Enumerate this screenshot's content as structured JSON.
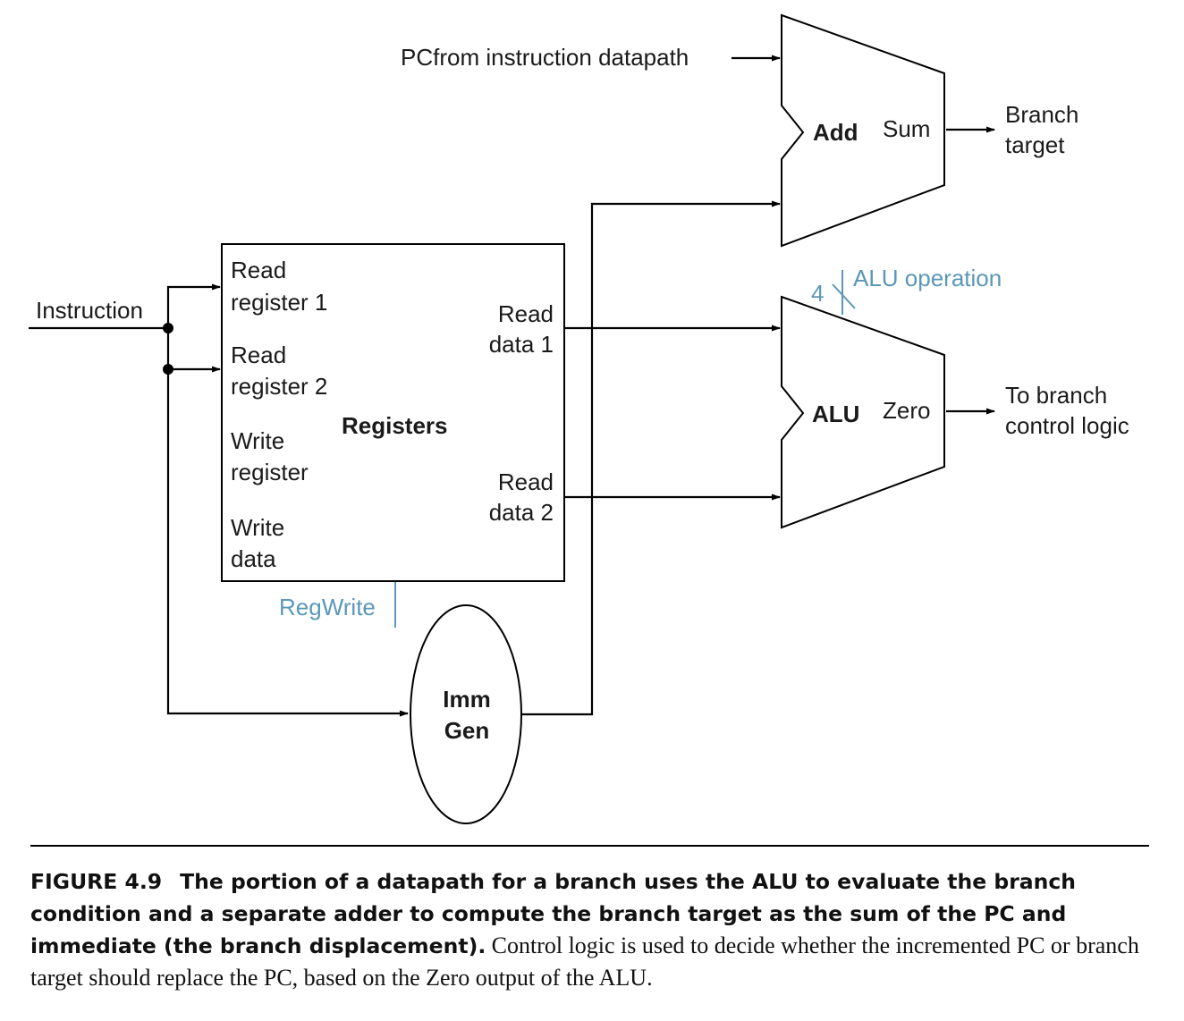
{
  "diagram": {
    "inputs": {
      "pc": "PCfrom instruction datapath",
      "instruction": "Instruction"
    },
    "adder": {
      "name": "Add",
      "output": "Sum"
    },
    "alu": {
      "name": "ALU",
      "output": "Zero"
    },
    "registers": {
      "name": "Registers",
      "ports": {
        "read_reg1": [
          "Read",
          "register 1"
        ],
        "read_reg2": [
          "Read",
          "register 2"
        ],
        "write_reg": [
          "Write",
          "register"
        ],
        "write_data": [
          "Write",
          "data"
        ],
        "read_data1": [
          "Read",
          "data 1"
        ],
        "read_data2": [
          "Read",
          "data 2"
        ]
      }
    },
    "imm_gen": [
      "Imm",
      "Gen"
    ],
    "outputs": {
      "branch_target": [
        "Branch",
        "target"
      ],
      "branch_control": [
        "To branch",
        "control logic"
      ]
    },
    "control": {
      "alu_operation": "ALU operation",
      "alu_operation_width": "4",
      "reg_write": "RegWrite"
    }
  },
  "caption": {
    "figure_number": "FIGURE 4.9",
    "bold_text": "The portion of a datapath for a branch uses the ALU to evaluate the branch condition and a separate adder to compute the branch target as the sum of the PC and immediate (the branch displacement).",
    "body_text": "Control logic is used to decide whether the incremented PC or branch target should replace the PC, based on the Zero output of the ALU."
  },
  "colors": {
    "control_signal": "#5b97b8",
    "wire": "#000000"
  }
}
